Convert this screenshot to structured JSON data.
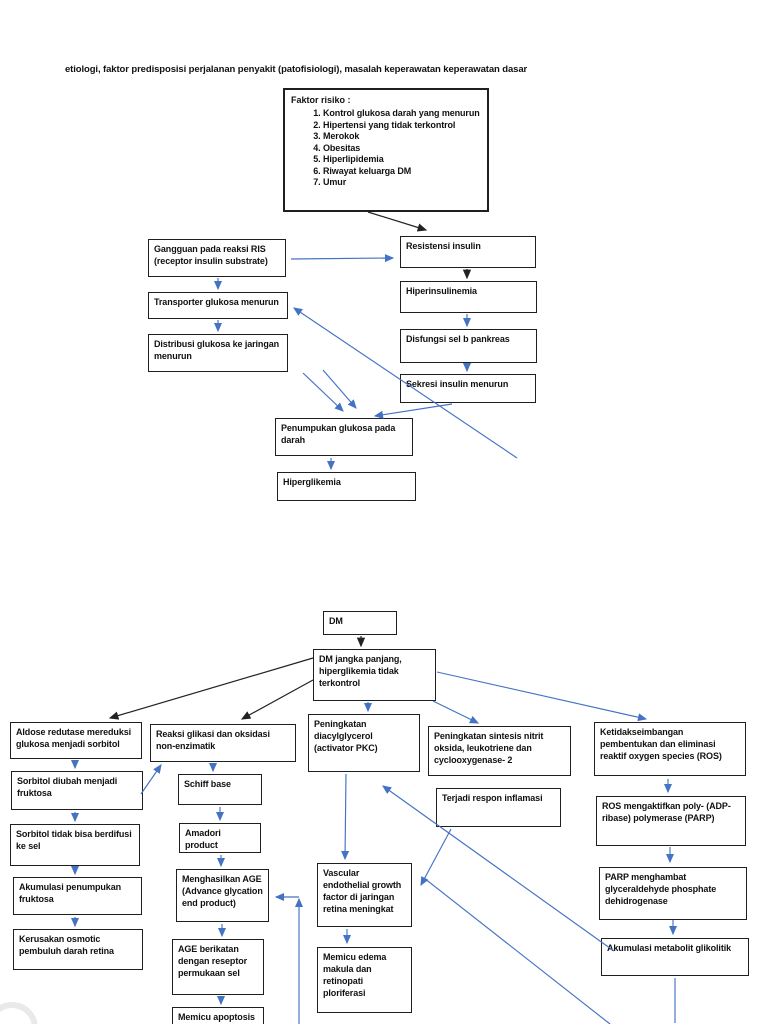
{
  "page": {
    "title": "etiologi, faktor predisposisi perjalanan penyakit (patofisiologi), masalah keperawatan keperawatan dasar"
  },
  "risk_factors": {
    "heading": "Faktor risiko :",
    "items": [
      "Kontrol glukosa darah yang menurun",
      "Hipertensi yang tidak terkontrol",
      "Merokok",
      "Obesitas",
      "Hiperlipidemia",
      "Riwayat keluarga DM",
      "Umur"
    ]
  },
  "upper": {
    "gangguan": "Gangguan pada reaksi RIS (receptor insulin substrate)",
    "transporter": "Transporter glukosa menurun",
    "distribusi": "Distribusi glukosa ke jaringan menurun",
    "resistensi": "Resistensi insulin",
    "hiperinsulinemia": "Hiperinsulinemia",
    "disfungsi": "Disfungsi sel b pankreas",
    "sekresi": "Sekresi insulin menurun",
    "penumpukan": "Penumpukan glukosa pada darah",
    "hiperglikemia": "Hiperglikemia"
  },
  "lower": {
    "dm": "DM",
    "dm_jangka": "DM jangka panjang, hiperglikemia tidak terkontrol",
    "c1": [
      "Aldose redutase mereduksi glukosa menjadi sorbitol",
      "Sorbitol diubah menjadi fruktosa",
      "Sorbitol tidak bisa berdifusi ke sel",
      "Akumulasi penumpukan fruktosa",
      "Kerusakan osmotic pembuluh darah retina"
    ],
    "c2": [
      "Reaksi glikasi dan oksidasi non-enzimatik",
      "Schiff base",
      "Amadori product",
      "Menghasilkan AGE (Advance glycation end product)",
      "AGE berikatan dengan reseptor permukaan sel",
      "Memicu apoptosis"
    ],
    "c3": [
      "Peningkatan diacylglycerol (activator PKC)",
      "Vascular endothelial growth factor di jaringan retina meningkat",
      "Memicu edema makula dan retinopati ploriferasi"
    ],
    "c4": [
      "Peningkatan sintesis nitrit oksida, leukotriene dan cyclooxygenase- 2",
      "Terjadi respon inflamasi"
    ],
    "c5": [
      "Ketidakseimbangan pembentukan dan eliminasi reaktif oxygen species (ROS)",
      "ROS mengaktifkan poly- (ADP- ribase) polymerase (PARP)",
      "PARP menghambat glyceraldehyde phosphate dehidrogenase",
      "Akumulasi metabolit glikolitik"
    ]
  },
  "colors": {
    "arrow_blue": "#4472c4",
    "arrow_black": "#222222"
  }
}
